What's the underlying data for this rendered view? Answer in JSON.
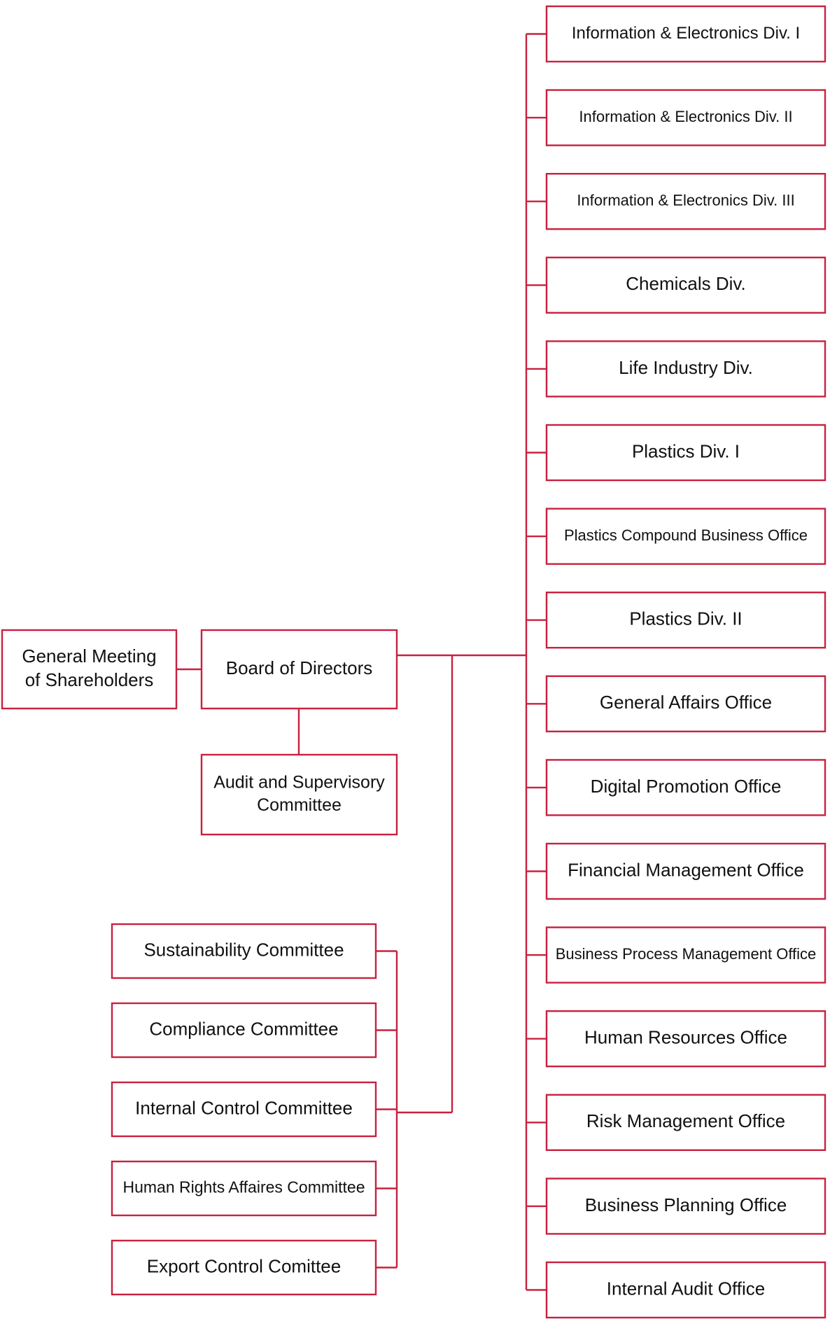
{
  "theme": {
    "accent": "#c8213f",
    "text": "#111111"
  },
  "top": {
    "shareholders": [
      "General Meeting",
      "of Shareholders"
    ],
    "board": [
      "Board of Directors"
    ],
    "audit": [
      "Audit and Supervisory",
      "Committee"
    ]
  },
  "committees": [
    "Sustainability Committee",
    "Compliance Committee",
    "Internal Control Committee",
    "Human Rights Affaires Committee",
    "Export Control Comittee"
  ],
  "divisions": [
    "Information & Electronics Div. I",
    "Information & Electronics Div. II",
    "Information & Electronics Div. III",
    "Chemicals Div.",
    "Life Industry Div.",
    "Plastics Div. I",
    "Plastics Compound Business Office",
    "Plastics Div. II",
    "General Affairs Office",
    "Digital Promotion Office",
    "Financial Management Office",
    "Business Process Management Office",
    "Human Resources Office",
    "Risk Management Office",
    "Business Planning Office",
    "Internal Audit Office"
  ]
}
